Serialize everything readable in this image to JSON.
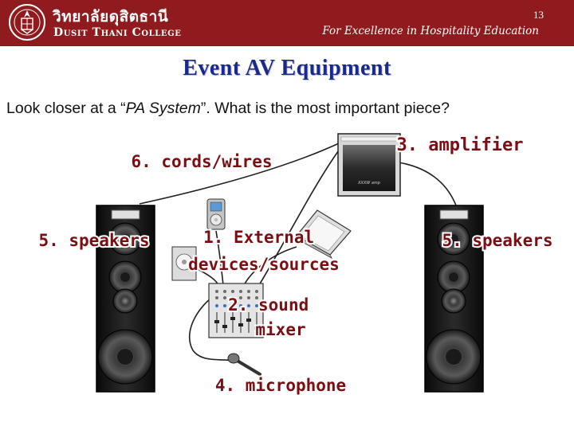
{
  "header": {
    "thai_name": "วิทยาลัยดุสิตธานี",
    "english_name": "Dusit Thani College",
    "tagline": "For Excellence in Hospitality Education",
    "page_number": "13",
    "colors": {
      "banner": "#8f1b1e",
      "text": "#ffffff"
    }
  },
  "slide": {
    "title": "Event AV Equipment",
    "question_before": "Look closer at a “",
    "question_em": "PA System",
    "question_after": "”. What is the most important piece?"
  },
  "diagram": {
    "labels": {
      "cords": "6. cords/wires",
      "amplifier": "3. amplifier",
      "speakers_left": "5. speakers",
      "speakers_right": "5. speakers",
      "external_line1": "1.  External",
      "external_line2": "devices/sources",
      "mixer_line1": "2.  sound",
      "mixer_line2": "mixer",
      "microphone": "4. microphone"
    },
    "amp_screen_text": "XXXW amp",
    "label_color": "#7a0e12",
    "icons": [
      "speaker-left-icon",
      "speaker-right-icon",
      "amplifier-icon",
      "ipod-icon",
      "cd-player-icon",
      "laptop-icon",
      "mixer-icon",
      "microphone-icon"
    ]
  }
}
